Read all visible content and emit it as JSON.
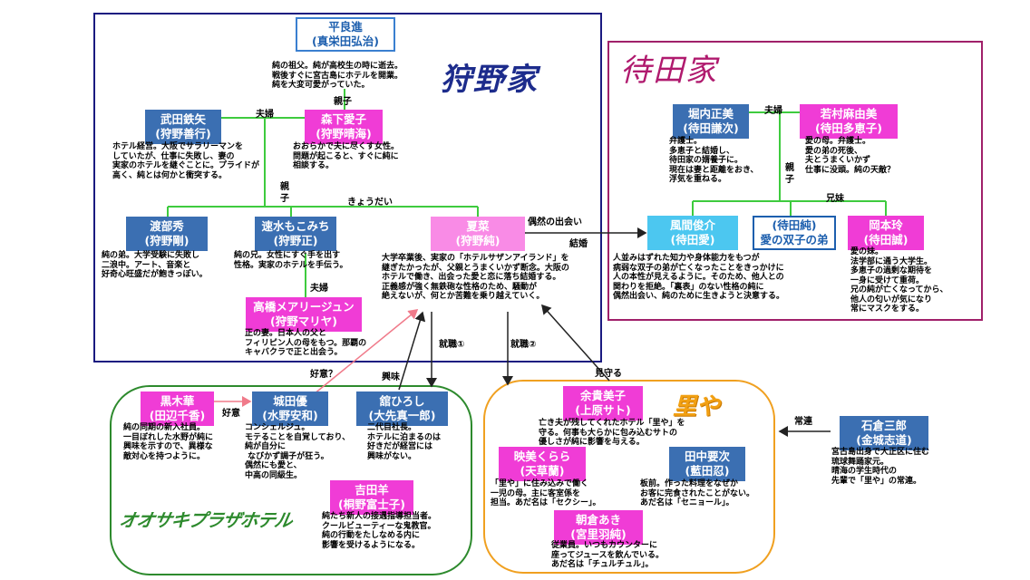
{
  "families": {
    "kano": {
      "title": "狩野家"
    },
    "machida": {
      "title": "待田家"
    }
  },
  "groups": {
    "plaza": {
      "title": "オオサキプラザホテル"
    },
    "satoya": {
      "title": "里や"
    }
  },
  "people": {
    "taira": {
      "name1": "平良進",
      "name2": "(真栄田弘治)",
      "desc": "純の祖父。純が高校生の時に逝去。\n戦後すぐに宮古島にホテルを開業。\n純を大変可愛がっていた。"
    },
    "takeda": {
      "name1": "武田鉄矢",
      "name2": "(狩野善行)",
      "desc": "ホテル経営。大阪でサラリーマンを\nしていたが、仕事に失敗し、妻の\n実家のホテルを継ぐことに。プライドが\n高く、純とは何かと衝突する。"
    },
    "morishita": {
      "name1": "森下愛子",
      "name2": "(狩野晴海)",
      "desc": "おおらかで夫に尽くす女性。\n問題が起こると、すぐに純に\n相談する。"
    },
    "watabe": {
      "name1": "渡部秀",
      "name2": "(狩野剛)",
      "desc": "純の弟。大学受験に失敗し\n二浪中。アート、音楽と\n好奇心旺盛だが飽きっぽい。"
    },
    "hayami": {
      "name1": "速水もこみち",
      "name2": "(狩野正)",
      "desc": "純の兄。女性にすぐ手を出す\n性格。実家のホテルを手伝う。"
    },
    "takahashi": {
      "name1": "高橋メアリージュン",
      "name2": "(狩野マリヤ)",
      "desc": "正の妻。日本人の父と\nフィリピン人の母をもつ。那覇の\nキャバクラで正と出会う。"
    },
    "natsuna": {
      "name1": "夏菜",
      "name2": "(狩野純)",
      "desc": "大学卒業後、実家の「ホテルサザンアイランド」を\n継ぎたかったが、父親とうまくいかず断念。大阪の\nホテルで働き、出会った愛と恋に落ち結婚する。\n正義感が強く無鉄砲な性格のため、騒動が\n絶えないが、何とか苦難を乗り越えていく。"
    },
    "horiuchi": {
      "name1": "堀内正美",
      "name2": "(待田謙次)",
      "desc": "弁護士。\n多恵子と結婚し、\n待田家の婿養子に。\n現在は妻と距離をおき、\n浮気を重ねる。"
    },
    "wakamura": {
      "name1": "若村麻由美",
      "name2": "(待田多恵子)",
      "desc": "愛の母。弁護士。\n愛の弟の死後、\n夫とうまくいかず\n仕事に没頭。純の天敵？"
    },
    "kazama": {
      "name1": "風間俊介",
      "name2": "(待田愛)",
      "desc": "人並みはずれた知力や身体能力をもつが\n病弱な双子の弟が亡くなったことをきっかけに\n人の本性が見えるように。そのため、他人との\n関わりを拒絶。「裏表」のない性格の純に\n偶然出会い、純のために生きようと決意する。"
    },
    "machidajun": {
      "name1": "(待田純)",
      "name2": "愛の双子の弟"
    },
    "okamoto": {
      "name1": "岡本玲",
      "name2": "(待田誠)",
      "desc": "愛の妹。\n法学部に通う大学生。\n多恵子の過剰な期待を\n一身に受けて重荷。\n兄の純が亡くなってから、\n他人の匂いが気になり\n常にマスクをする。"
    },
    "kuroki": {
      "name1": "黒木華",
      "name2": "(田辺千香)",
      "desc": "純の同期の新入社員。\n一目ぼれした水野が純に\n興味を示すので、異様な\n敵対心を持つように。"
    },
    "shirota": {
      "name1": "城田優",
      "name2": "(水野安和)",
      "desc": "コンシェルジュ。\nモテることを自覚しており、\n純が自分に\n なびかず調子が狂う。\n偶然にも愛と、\n中高の同級生。"
    },
    "tachi": {
      "name1": "舘ひろし",
      "name2": "(大先真一郎)",
      "desc": "二代目社長。\nホテルに泊まるのは\n好きだが経営には\n興味がない。"
    },
    "yoshida": {
      "name1": "吉田羊",
      "name2": "(桐野富士子)",
      "desc": "純たち新人の接遇指導担当者。\nクールビューティーな鬼教官。\n純の行動をたしなめる内に\n影響を受けるようになる。"
    },
    "yokin": {
      "name1": "余貴美子",
      "name2": "(上原サト)",
      "desc": "亡き夫が残してくれたホテル「里や」を\n守る。何事も大らかに包み込むサトの\n優しさが純に影響を与える。"
    },
    "eimi": {
      "name1": "映美くらら",
      "name2": "(天草蘭)",
      "desc": "「里や」に住み込みで働く\n一児の母。主に客室係を\n担当。あだ名は「セクシー」。"
    },
    "tanaka": {
      "name1": "田中要次",
      "name2": "(藍田忍)",
      "desc": "板前。作った料理をなぜか\nお客に完食されたことがない。\nあだ名は「セニョール」。"
    },
    "asakura": {
      "name1": "朝倉あき",
      "name2": "(宮里羽純)",
      "desc": "従業員。いつもカウンターに\n座ってジュースを飲んでいる。\nあだ名は「チュルチュル」。"
    },
    "ishikura": {
      "name1": "石倉三郎",
      "name2": "(金城志道)",
      "desc": "宮古島出身で大正区に住む\n琉球舞踊家元。\n晴海の学生時代の\n先輩で「里や」の常連。"
    }
  },
  "relations": {
    "oyako1": "親子",
    "fuufu1": "夫婦",
    "oyako2": "親",
    "oyako2b": "子",
    "kyoudai": "きょうだい",
    "fuufu2": "夫婦",
    "guuzen": "偶然の出会い",
    "kekkon": "結婚",
    "fuufu3": "夫婦",
    "oyako3": "親",
    "oyako3b": "子",
    "kyoudai2": "兄妹",
    "shushoku1": "就職①",
    "shushoku2": "就職②",
    "koui1": "好意？",
    "koui2": "好意",
    "kyoumi": "興味",
    "mimamoru": "見守る",
    "jouren": "常連"
  },
  "colors": {
    "kano": "#1a1a80",
    "machida": "#a0206a",
    "plaza": "#2d8a2d",
    "satoya": "#f0a020"
  }
}
